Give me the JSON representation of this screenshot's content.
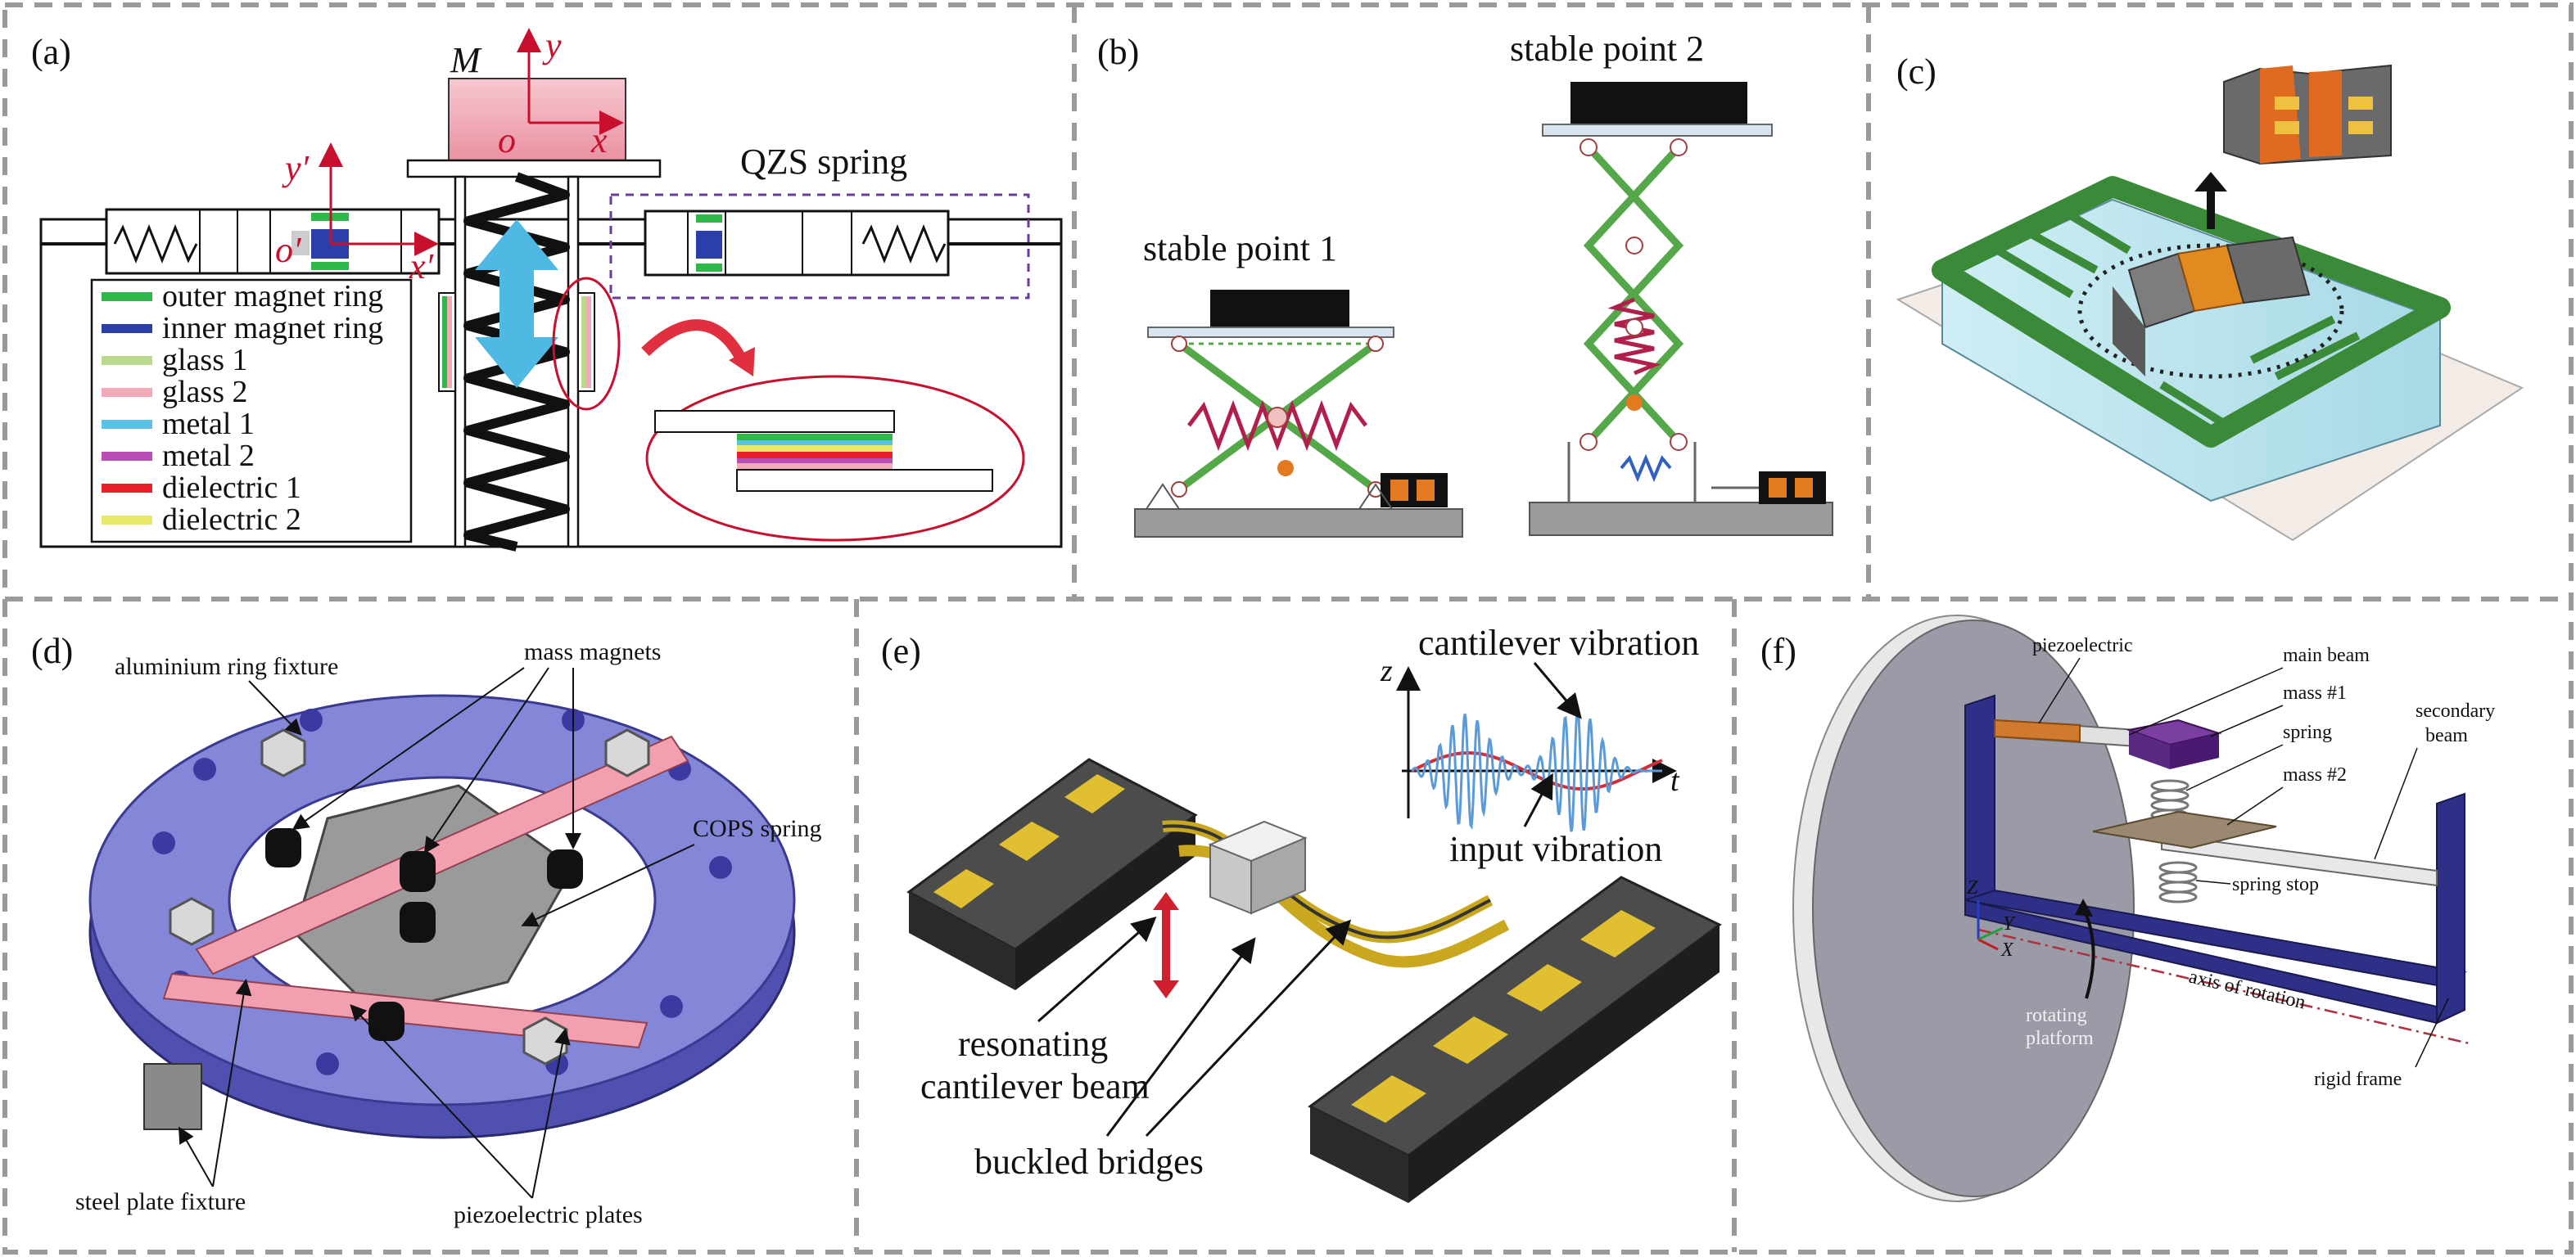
{
  "panels": {
    "a": {
      "label": "(a)",
      "mass_label": "M",
      "axes": {
        "y": "y",
        "x": "x",
        "o": "o",
        "y_prime": "y′",
        "x_prime": "x′",
        "o_prime": "o′"
      },
      "qzs_label": "QZS spring",
      "legend": [
        {
          "label": "outer magnet ring",
          "color": "#2fb84a"
        },
        {
          "label": "inner magnet ring",
          "color": "#2a3fa8"
        },
        {
          "label": "glass 1",
          "color": "#b9d98d"
        },
        {
          "label": "glass 2",
          "color": "#f2aab8"
        },
        {
          "label": "metal 1",
          "color": "#5bc2e7"
        },
        {
          "label": "metal 2",
          "color": "#b84fb5"
        },
        {
          "label": "dielectric 1",
          "color": "#e8202a"
        },
        {
          "label": "dielectric 2",
          "color": "#e8e86a"
        }
      ]
    },
    "b": {
      "label": "(b)",
      "stable1": "stable point 1",
      "stable2": "stable point 2"
    },
    "c": {
      "label": "(c)"
    },
    "d": {
      "label": "(d)",
      "aluminium": "aluminium ring fixture",
      "mass_magnets": "mass magnets",
      "cops": "COPS spring",
      "steel": "steel plate fixture",
      "piezo": "piezoelectric plates"
    },
    "e": {
      "label": "(e)",
      "z_axis": "z",
      "t_axis": "t",
      "cantilever_vibration": "cantilever vibration",
      "input_vibration": "input vibration",
      "resonating_line1": "resonating",
      "resonating_line2": "cantilever beam",
      "buckled": "buckled bridges"
    },
    "f": {
      "label": "(f)",
      "piezoelectric": "piezoelectric",
      "main_beam": "main beam",
      "mass1": "mass #1",
      "spring": "spring",
      "secondary_line1": "secondary",
      "secondary_line2": "beam",
      "mass2": "mass #2",
      "spring_stop": "spring stop",
      "axis_rotation": "axis of rotation",
      "rotating_line1": "rotating",
      "rotating_line2": "platform",
      "rigid_frame": "rigid frame",
      "coord_z": "Z",
      "coord_y": "Y",
      "coord_x": "X"
    }
  },
  "colors": {
    "divider": "#9a9a9a",
    "accent_red": "#c8102e",
    "green_frame": "#3a8a3a",
    "blue_ring": "#7d7fd0",
    "pink_plate": "#f2a0b0",
    "gold_pad": "#e0c030",
    "navy_frame": "#2e2f86"
  }
}
